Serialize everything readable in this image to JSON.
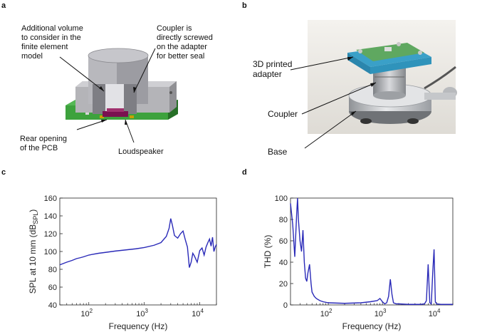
{
  "panels": {
    "a": {
      "letter": "a",
      "annotations": {
        "additional_volume": "Additional volume\nto consider in the\nfinite element\nmodel",
        "coupler_screwed": "Coupler is\ndirectly screwed\non the adapter\nfor better seal",
        "rear_opening": "Rear opening\nof the PCB",
        "loudspeaker": "Loudspeaker"
      }
    },
    "b": {
      "letter": "b",
      "annotations": {
        "adapter": "3D printed\nadapter",
        "coupler": "Coupler",
        "base": "Base"
      }
    },
    "c": {
      "letter": "c"
    },
    "d": {
      "letter": "d"
    }
  },
  "colors": {
    "curve": "#2a2ab8",
    "pcb_green": "#2f8a2f",
    "metal": "#a8a8ac",
    "adapter_blue": "#3aa0c8",
    "speaker": "#7a1050"
  },
  "chart_data": [
    {
      "type": "line",
      "panel": "c",
      "xlabel": "Frequency (Hz)",
      "ylabel_main": "SPL at 10 mm (dB",
      "ylabel_sub": "SPL",
      "ylabel_close": ")",
      "x_scale": "log",
      "xlim": [
        30,
        20000
      ],
      "ylim": [
        40,
        160
      ],
      "yticks": [
        "40",
        "60",
        "80",
        "100",
        "120",
        "140",
        "160"
      ],
      "xticks": [
        {
          "base": "10",
          "exp": "2",
          "value": 100
        },
        {
          "base": "10",
          "exp": "3",
          "value": 1000
        },
        {
          "base": "10",
          "exp": "4",
          "value": 10000
        }
      ],
      "grid": false,
      "series": [
        {
          "x": [
            30,
            40,
            50,
            60,
            70,
            80,
            100,
            150,
            200,
            300,
            500,
            700,
            1000,
            1500,
            2000,
            2500,
            2800,
            3000,
            3200,
            3500,
            4000,
            4500,
            5000,
            5500,
            6000,
            6500,
            7000,
            7500,
            8000,
            9000,
            10000,
            11000,
            12000,
            13000,
            14000,
            15000,
            16000,
            17000,
            18000,
            19000,
            20000
          ],
          "values": [
            85,
            88,
            90,
            92,
            93,
            94,
            96,
            98,
            99,
            100.5,
            102,
            103,
            104.5,
            107,
            110,
            117,
            126,
            137,
            130,
            118,
            115,
            120,
            123,
            113,
            105,
            82,
            88,
            98,
            95,
            88,
            101,
            104,
            96,
            105,
            110,
            114,
            106,
            116,
            100,
            105,
            108
          ]
        }
      ]
    },
    {
      "type": "line",
      "panel": "d",
      "xlabel": "Frequency (Hz)",
      "ylabel": "THD (%)",
      "x_scale": "log",
      "xlim": [
        20,
        20000
      ],
      "ylim": [
        0,
        100
      ],
      "yticks": [
        "0",
        "20",
        "40",
        "60",
        "80",
        "100"
      ],
      "xticks": [
        {
          "base": "10",
          "exp": "2",
          "value": 100
        },
        {
          "base": "10",
          "exp": "3",
          "value": 1000
        },
        {
          "base": "10",
          "exp": "4",
          "value": 10000
        }
      ],
      "grid": false,
      "series": [
        {
          "x": [
            20,
            22,
            24,
            26,
            27,
            28,
            30,
            32,
            34,
            36,
            38,
            40,
            42,
            45,
            48,
            50,
            55,
            60,
            70,
            80,
            100,
            200,
            400,
            600,
            800,
            900,
            1000,
            1100,
            1200,
            1300,
            1400,
            1500,
            1600,
            1800,
            2000,
            3000,
            5000,
            6000,
            6500,
            7000,
            7500,
            8000,
            8500,
            9000,
            9500,
            10000,
            12000,
            15000,
            20000
          ],
          "values": [
            95,
            75,
            45,
            85,
            100,
            80,
            60,
            50,
            70,
            40,
            25,
            22,
            30,
            38,
            20,
            12,
            8,
            6,
            4,
            3,
            2,
            1.5,
            2,
            3,
            4,
            6,
            3,
            1,
            2,
            8,
            24,
            10,
            2,
            1,
            1,
            0.5,
            0.5,
            1,
            4,
            38,
            2,
            1,
            30,
            52,
            3,
            1,
            0.5,
            0.5,
            0.5
          ]
        }
      ]
    }
  ]
}
